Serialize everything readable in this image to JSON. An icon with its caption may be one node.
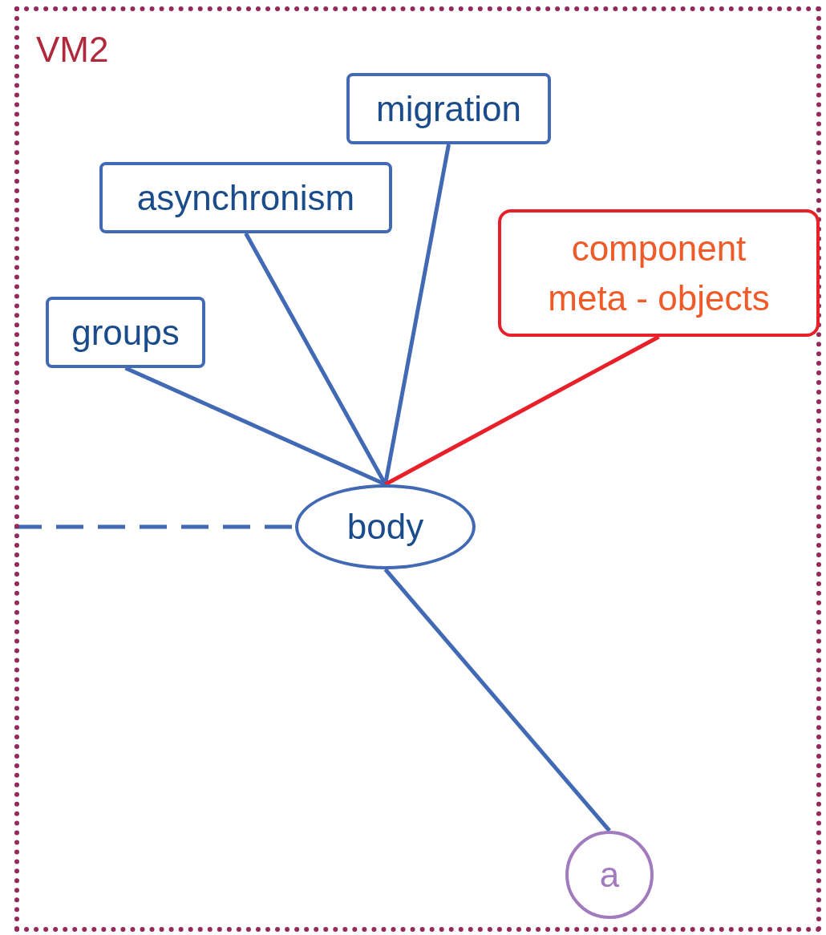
{
  "diagram": {
    "nodes": [
      {
        "text": [
          "VM2"
        ]
      },
      {
        "text": [
          "migration"
        ],
        "in": 0
      },
      {
        "text": [
          "asynchronism"
        ],
        "in": 0
      },
      {
        "text": [
          "groups"
        ],
        "in": 0
      },
      {
        "text": [
          "component meta - objects"
        ],
        "in": 0
      },
      {
        "text": [
          "body"
        ],
        "in": 0
      },
      {
        "text": [
          "a"
        ],
        "in": 0
      }
    ],
    "edges": [
      {
        "from": 3,
        "to": 5,
        "arrow": "none"
      },
      {
        "from": 2,
        "to": 5,
        "arrow": "none"
      },
      {
        "from": 1,
        "to": 5,
        "arrow": "none"
      },
      {
        "from": 4,
        "to": 5,
        "arrow": "none",
        "color": "#e8202a"
      },
      {
        "from": null,
        "to": 5,
        "arrow": "none",
        "style": "dashed"
      },
      {
        "from": 5,
        "to": 6,
        "arrow": "none"
      }
    ]
  }
}
